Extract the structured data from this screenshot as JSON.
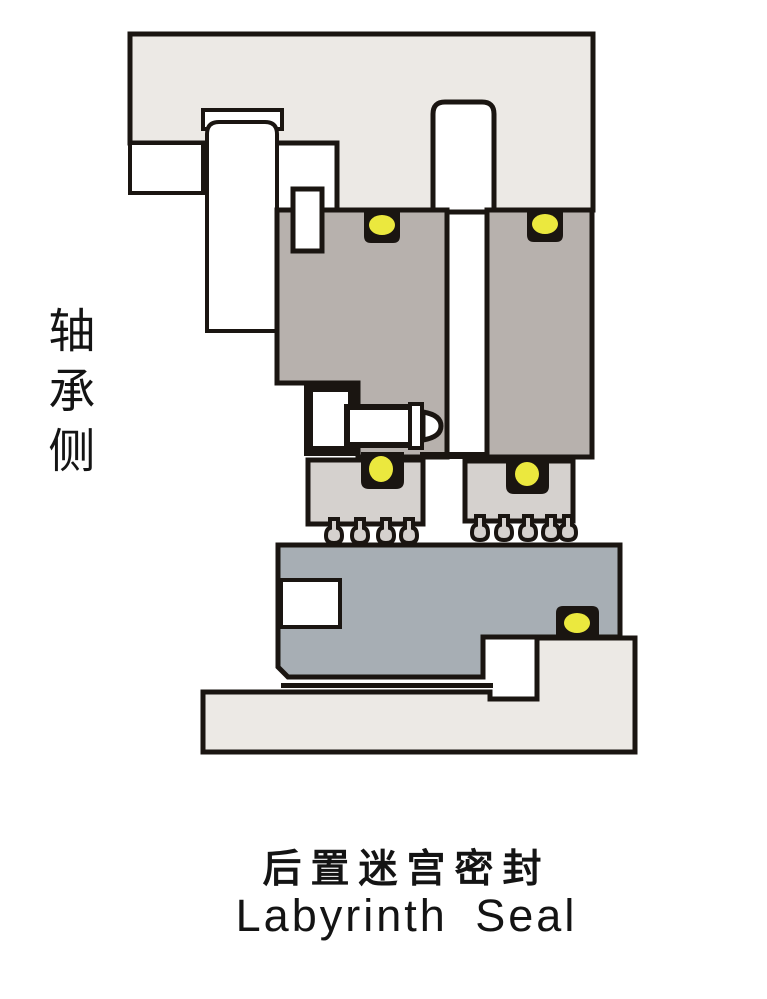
{
  "labels": {
    "bearing_side": "轴承侧",
    "caption_zh": "后置迷宫密封",
    "caption_en": "Labyrinth Seal"
  },
  "colors": {
    "background": "#ffffff",
    "housing": "#ece9e5",
    "gland": "#b7b1ad",
    "tooth_block": "#d5d1ce",
    "rotor": "#a7aeb4",
    "oring": "#ebe83e",
    "outline": "#1a1511",
    "text": "#141414"
  }
}
